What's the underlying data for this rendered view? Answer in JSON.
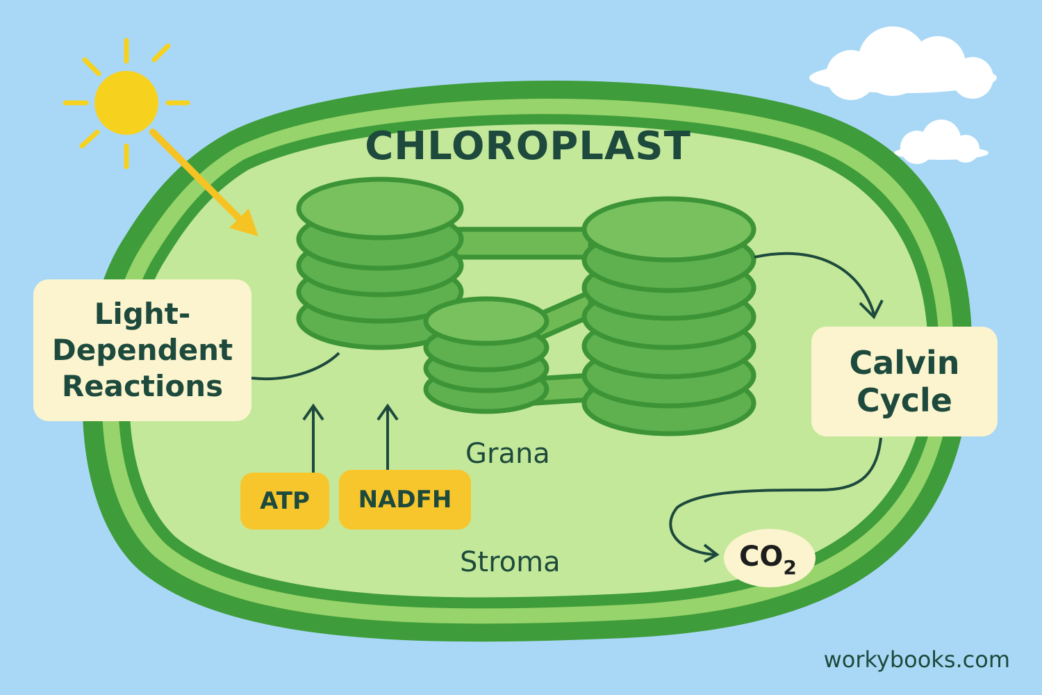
{
  "title": "CHLOROPLAST",
  "light_reactions_box": {
    "line1": "Light-",
    "line2": "Dependent",
    "line3": "Reactions"
  },
  "calvin_box": {
    "line1": "Calvin",
    "line2": "Cycle"
  },
  "products": {
    "atp": "ATP",
    "nadph": "NADFH"
  },
  "labels": {
    "grana": "Grana",
    "stroma": "Stroma"
  },
  "co2": {
    "main": "CO",
    "sub": "2"
  },
  "watermark": "workybooks.com",
  "colors": {
    "sky": "#a9d8f6",
    "chloroplast_outer": "#3f9c3a",
    "chloroplast_inner": "#c4e89a",
    "thylakoid": "#5fb04e",
    "sun": "#f6d21f",
    "label_box": "#fbf4cf",
    "product_pill": "#f7c62d",
    "text": "#1d4a3c"
  }
}
